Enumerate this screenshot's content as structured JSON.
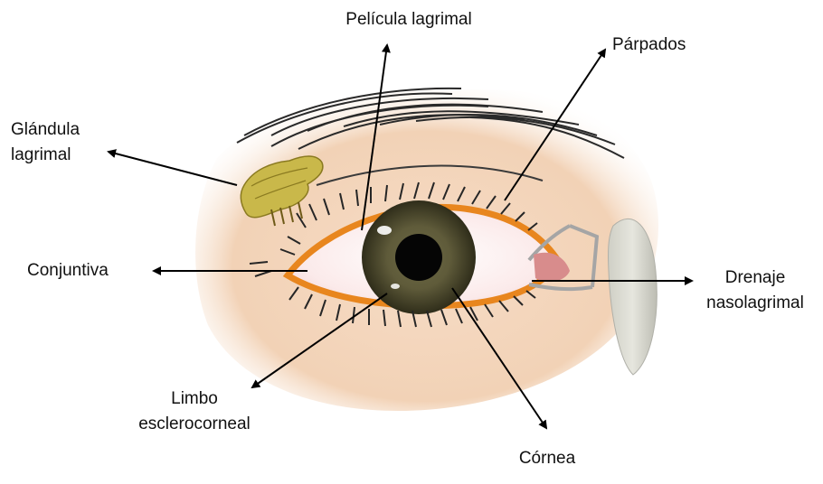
{
  "labels": {
    "pelicula_lagrimal": "Película lagrimal",
    "parpados": "Párpados",
    "glandula_lagrimal": "Glándula\nlagrimal",
    "conjuntiva": "Conjuntiva",
    "drenaje_nasolagrimal": "Drenaje\nnasolagrimal",
    "limbo_esclerocorneal": "Limbo\nesclerocorneal",
    "cornea": "Córnea"
  }
}
